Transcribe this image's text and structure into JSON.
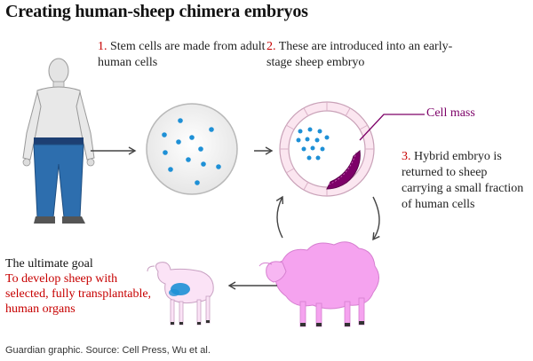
{
  "title": "Creating human-sheep chimera embryos",
  "steps": [
    {
      "number": "1.",
      "text": "Stem cells are made from adult human cells"
    },
    {
      "number": "2.",
      "text": "These are introduced into an early-stage sheep embryo"
    },
    {
      "number": "3.",
      "text": "Hybrid embryo is returned to sheep carrying a small fraction of human cells"
    }
  ],
  "cell_mass_label": "Cell mass",
  "goal": {
    "heading": "The ultimate goal",
    "body": "To develop sheep with selected, fully transplantable, human organs"
  },
  "footer": "Guardian graphic. Source: Cell Press, Wu et al.",
  "colors": {
    "step_number": "#c70000",
    "cell_blue": "#1e90d6",
    "sheep_pink": "#f5a3ef",
    "cell_mass_purple": "#7d0068",
    "embryo_ring": "#f2c4dc"
  },
  "icons": [
    "human-figure",
    "stem-cell-dish",
    "sheep-embryo",
    "adult-sheep",
    "lamb",
    "arrow"
  ]
}
